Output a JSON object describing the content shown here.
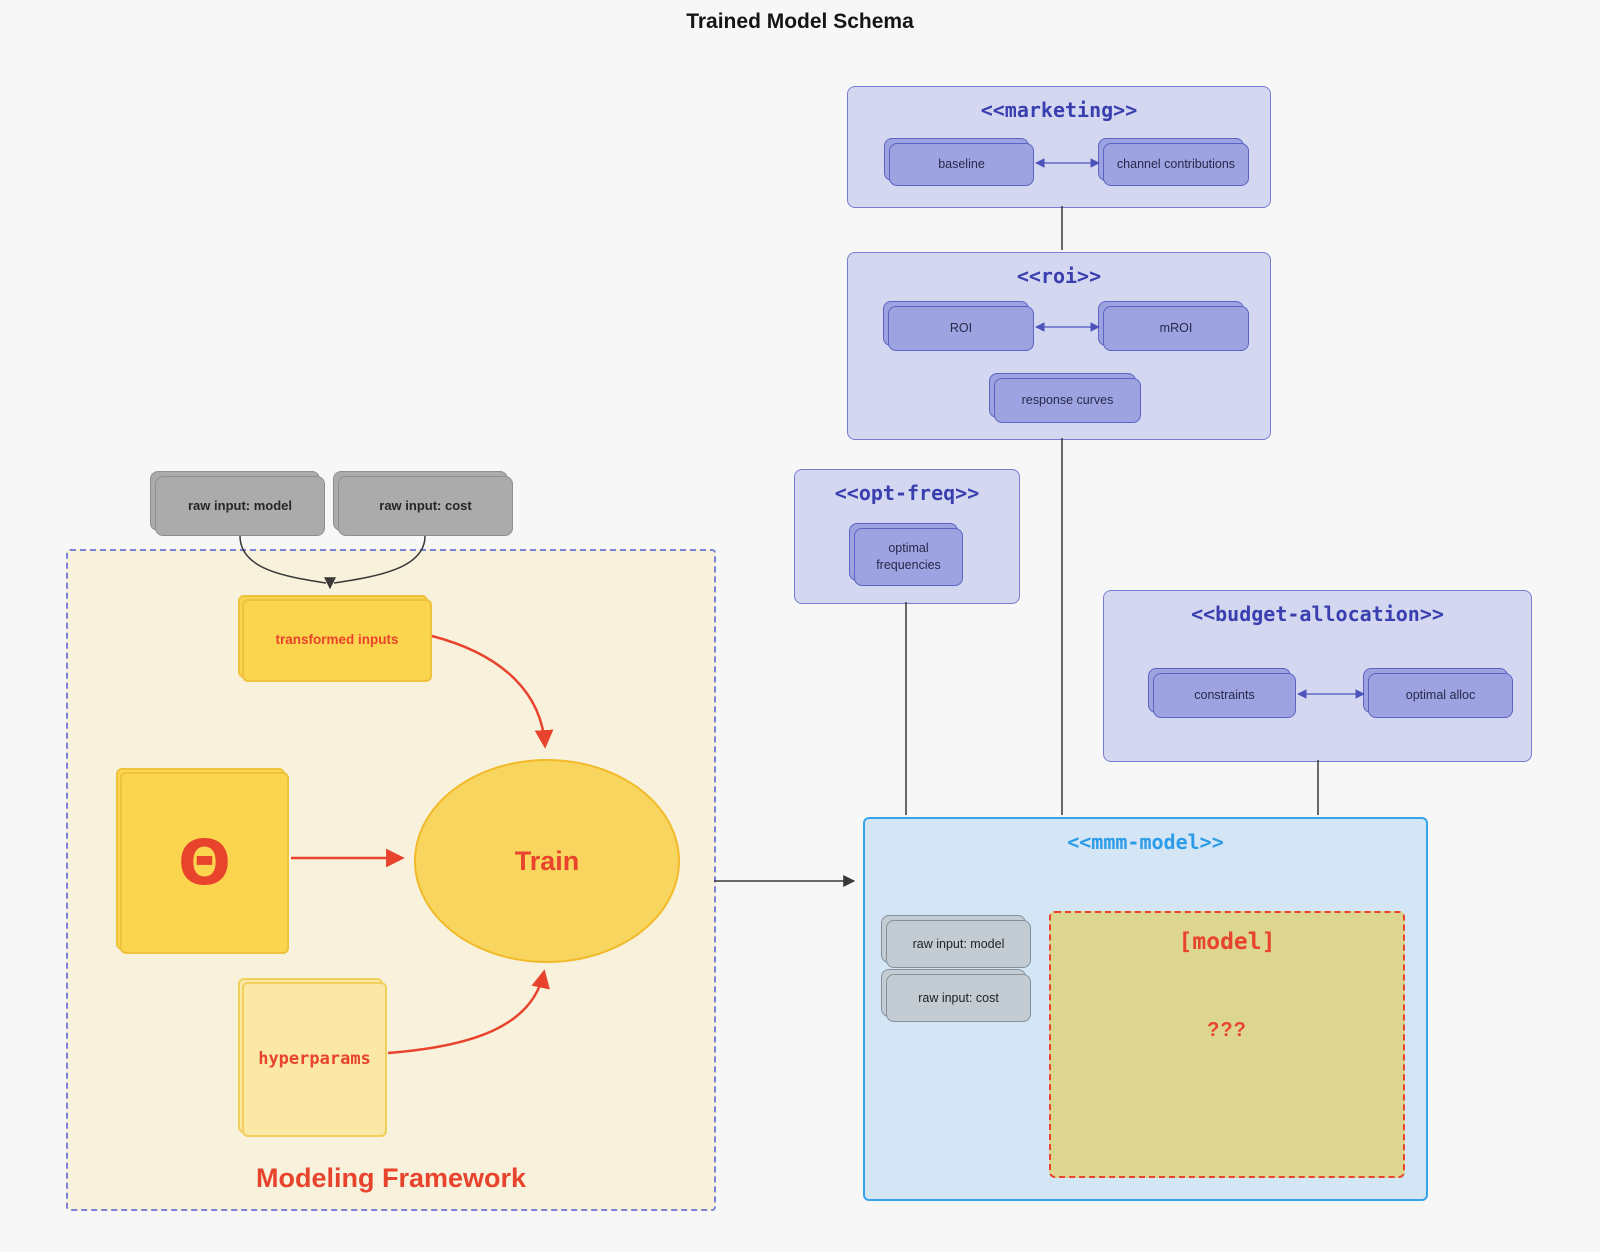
{
  "title": "Trained Model Schema",
  "colors": {
    "background": "#f7f7f8",
    "cluster-fill": "#d4d7f0",
    "cluster-border": "#777dd0",
    "cluster-title": "#3a3fb0",
    "node-fill": "#9da3e0",
    "node-border": "#5c63c4",
    "node-text": "#28284a",
    "gray-fill": "#ababab",
    "gray-border": "#8f8f8f",
    "gray-inner-fill": "#c3ccd3",
    "gray-inner-border": "#84909a",
    "mmm-fill": "#d4e5f5",
    "mmm-border": "#38a3ec",
    "mmm-title": "#2d9ce8",
    "model-fill": "#ddd690",
    "accent-red": "#e8432c",
    "framework-fill": "#f8f2dd",
    "framework-border": "#7b82da",
    "yellow-fill": "#fbd54e",
    "yellow-border": "#eec23c",
    "yellow-light-fill": "#fce8a6",
    "yellow-light-border": "#f2cf5b",
    "ellipse-fill": "#f8d55e",
    "ellipse-border": "#f2b929",
    "edge-dark": "#383838",
    "edge-purple": "#4c54bc"
  },
  "clusters": {
    "marketing": {
      "title": "<<marketing>>",
      "nodes": {
        "baseline": "baseline",
        "channel_contributions": "channel contributions"
      }
    },
    "roi": {
      "title": "<<roi>>",
      "nodes": {
        "roi": "ROI",
        "mroi": "mROI",
        "response_curves": "response curves"
      }
    },
    "opt_freq": {
      "title": "<<opt-freq>>",
      "nodes": {
        "optimal_frequencies": "optimal frequencies"
      }
    },
    "budget_allocation": {
      "title": "<<budget-allocation>>",
      "nodes": {
        "constraints": "constraints",
        "optimal_alloc": "optimal alloc"
      }
    },
    "mmm_model": {
      "title": "<<mmm-model>>",
      "nodes": {
        "raw_input_model": "raw input: model",
        "raw_input_cost": "raw input: cost",
        "model_placeholder": "[model]",
        "unknown": "???"
      }
    }
  },
  "external_inputs": {
    "raw_input_model": "raw input: model",
    "raw_input_cost": "raw input: cost"
  },
  "framework": {
    "label": "Modeling Framework",
    "nodes": {
      "transformed_inputs": "transformed inputs",
      "theta": "Θ",
      "train": "Train",
      "hyperparams": "hyperparams"
    }
  }
}
